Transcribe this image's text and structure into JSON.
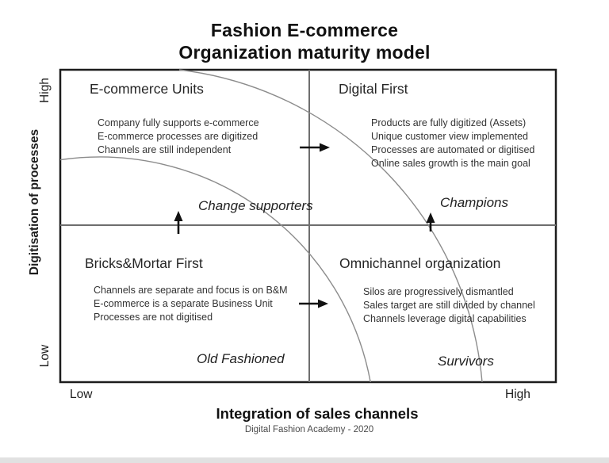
{
  "title": {
    "line1": "Fashion E-commerce",
    "line2": "Organization maturity model"
  },
  "axes": {
    "y": {
      "label": "Digitisation of processes",
      "high": "High",
      "low": "Low"
    },
    "x": {
      "label": "Integration of sales channels",
      "low": "Low",
      "high": "High"
    }
  },
  "quadrants": {
    "top_left": {
      "heading": "E-commerce Units",
      "lines": [
        "Company fully supports e-commerce",
        "E-commerce processes are digitized",
        "Channels are still independent"
      ]
    },
    "top_right": {
      "heading": "Digital First",
      "lines": [
        "Products are fully digitized (Assets)",
        "Unique customer view implemented",
        "Processes are automated or digitised",
        "Online sales growth is the main goal"
      ]
    },
    "bottom_left": {
      "heading": "Bricks&Mortar First",
      "lines": [
        "Channels are separate and focus is on B&M",
        "E-commerce is a separate Business Unit",
        "Processes are not digitised"
      ]
    },
    "bottom_right": {
      "heading": "Omnichannel organization",
      "lines": [
        "Silos are progressively dismantled",
        "Sales target are still divided by channel",
        "Channels leverage digital capabilities"
      ]
    }
  },
  "zones": {
    "change_supporters": "Change supporters",
    "champions": "Champions",
    "old_fashioned": "Old Fashioned",
    "survivors": "Survivors"
  },
  "footer": "Digital Fashion Academy - 2020",
  "colors": {
    "border": "#1c1c1c",
    "divider": "#6e6e6e",
    "arc": "#8c8c8c",
    "arrow": "#111111"
  }
}
